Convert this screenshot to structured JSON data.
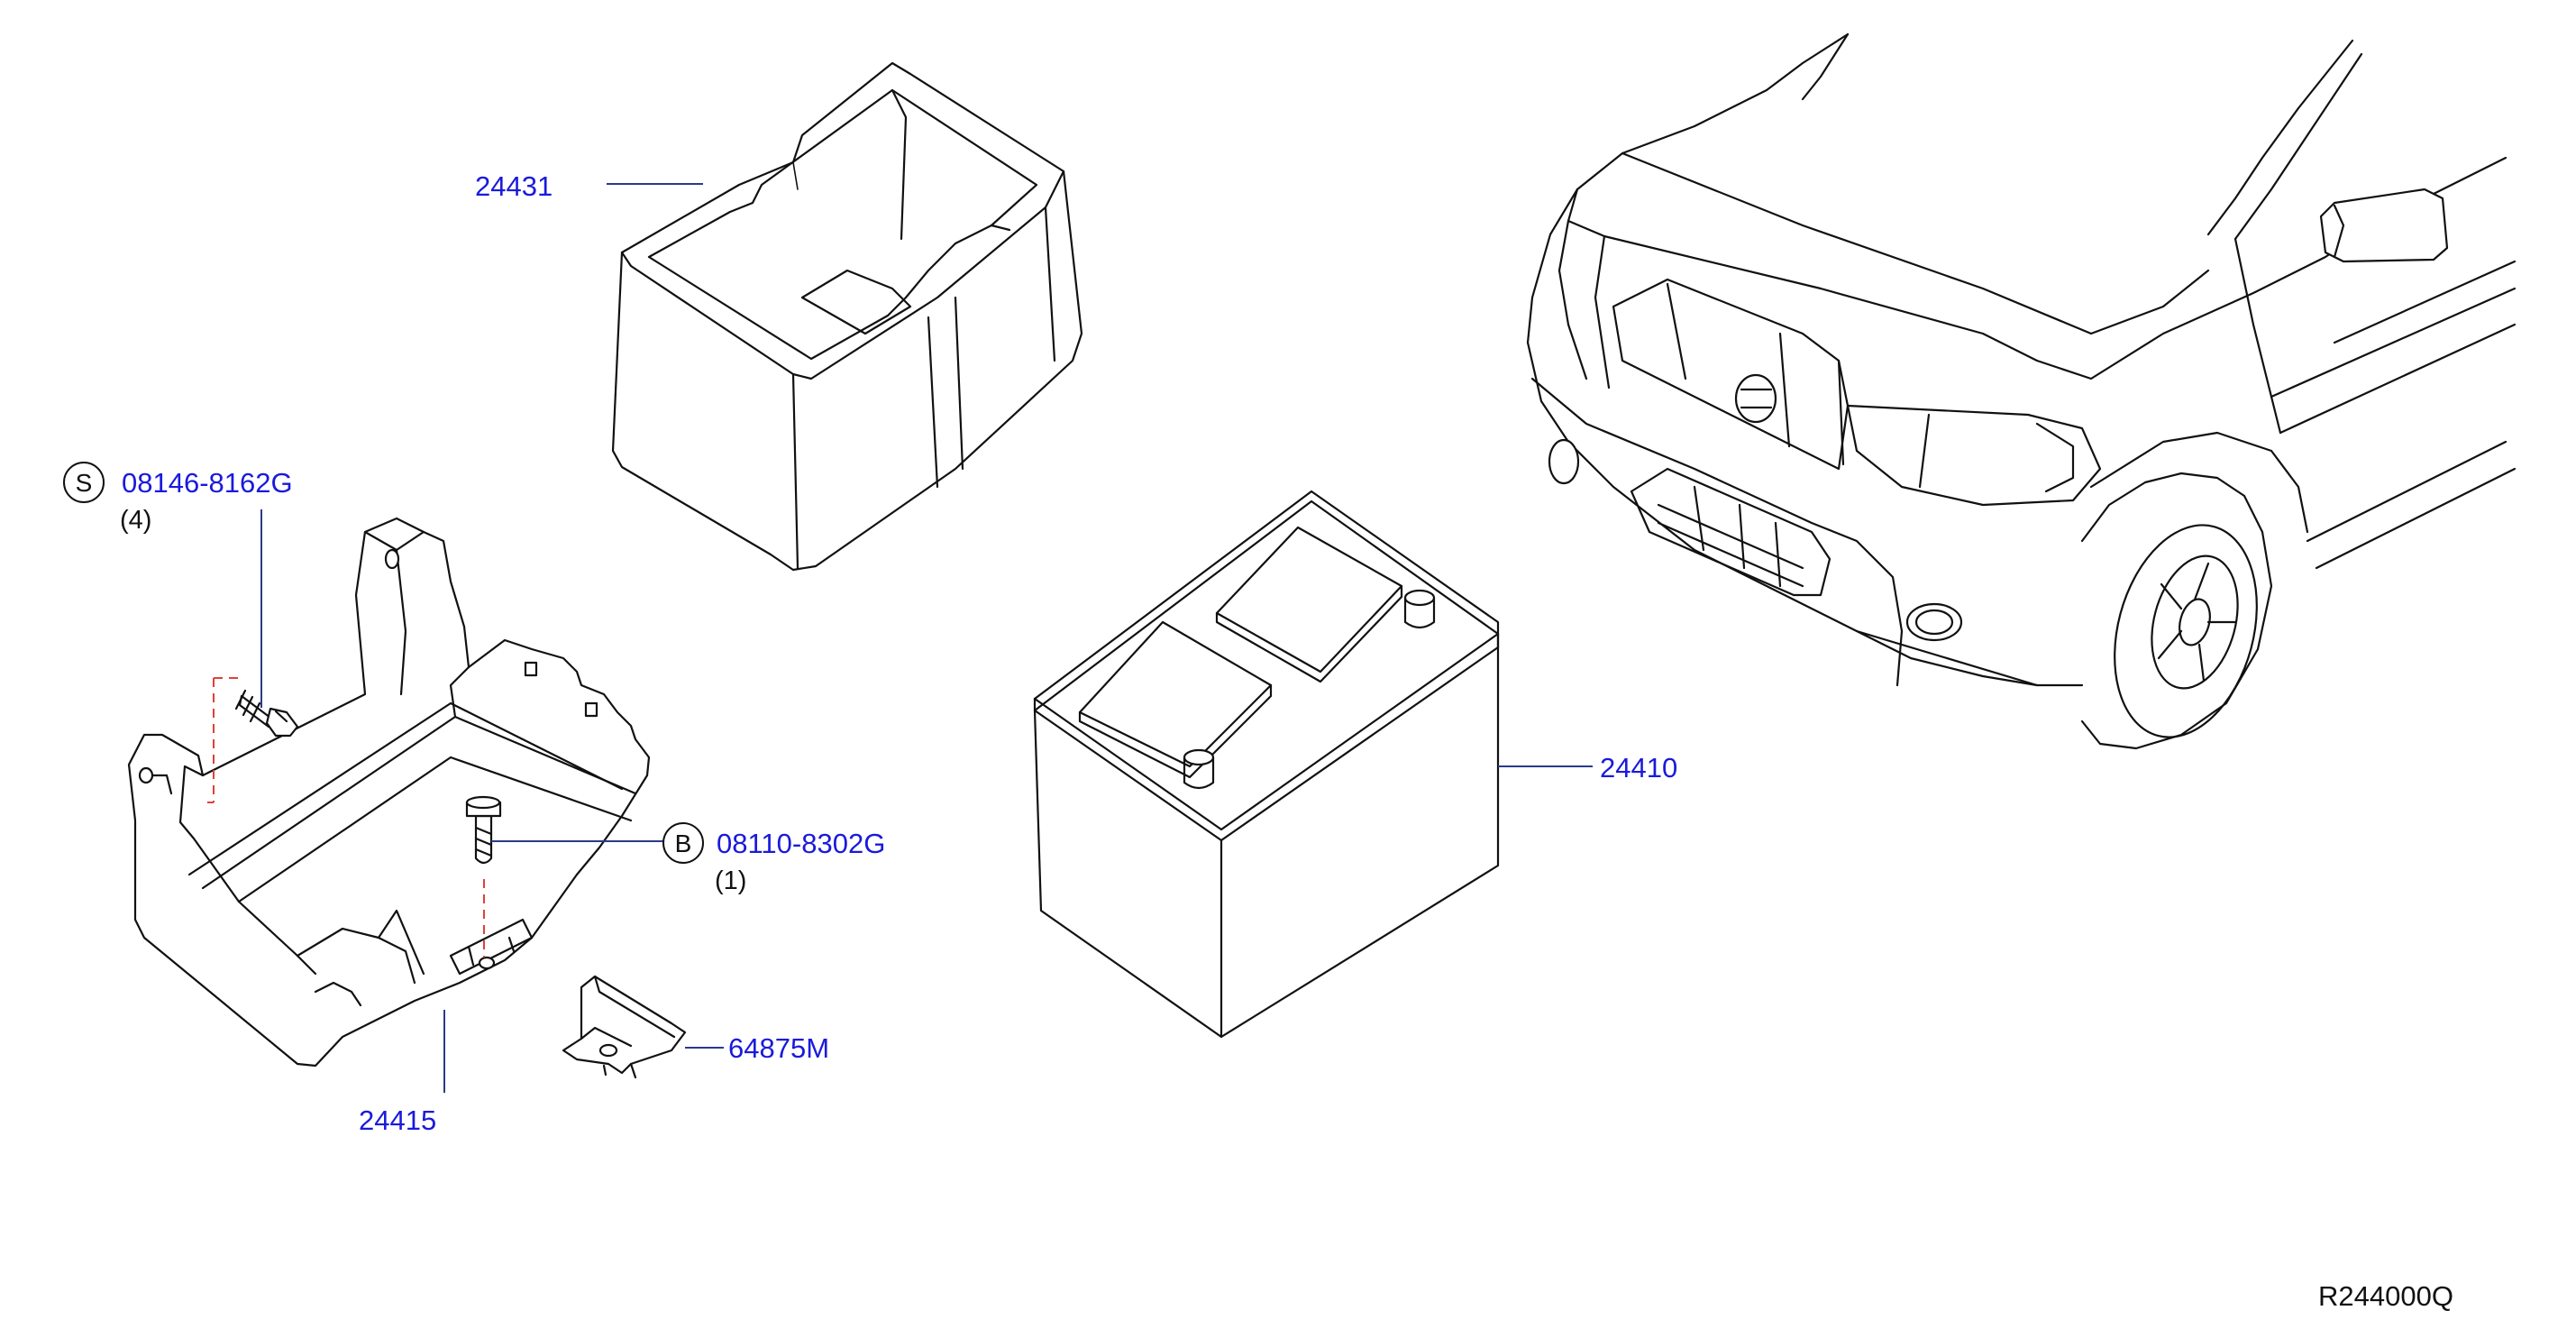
{
  "parts": {
    "battery_cover": "24431",
    "battery": "24410",
    "battery_tray": "24415",
    "bracket": "64875M",
    "bolt_s": "08146-8162G",
    "bolt_s_qty": "(4)",
    "bolt_b": "08110-8302G",
    "bolt_b_qty": "(1)"
  },
  "symbols": {
    "s": "S",
    "b": "B"
  },
  "diagram_ref": "R244000Q",
  "colors": {
    "part_number": "#1a1adc",
    "line": "#111111",
    "dashed_guide": "#e0403a"
  }
}
